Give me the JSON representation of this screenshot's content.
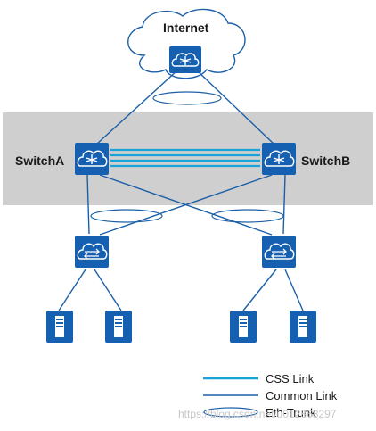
{
  "colors": {
    "css_link": "#19a3d9",
    "common_link": "#1b5fa8",
    "eth_trunk": "#1b5fa8",
    "device_fill": "#1560b0",
    "band": "#cfcfcf"
  },
  "nodes": {
    "internet": "Internet",
    "switch_a": "SwitchA",
    "switch_b": "SwitchB"
  },
  "icons": {
    "internet_router": "router-icon",
    "core_switch": "core-switch-icon",
    "access_switch": "access-switch-icon",
    "server": "server-icon"
  },
  "legend": {
    "css_link": "CSS Link",
    "common_link": "Common Link",
    "eth_trunk": "Eth-Trunk"
  },
  "watermark": "https://blog.csdn.net/u012868297"
}
